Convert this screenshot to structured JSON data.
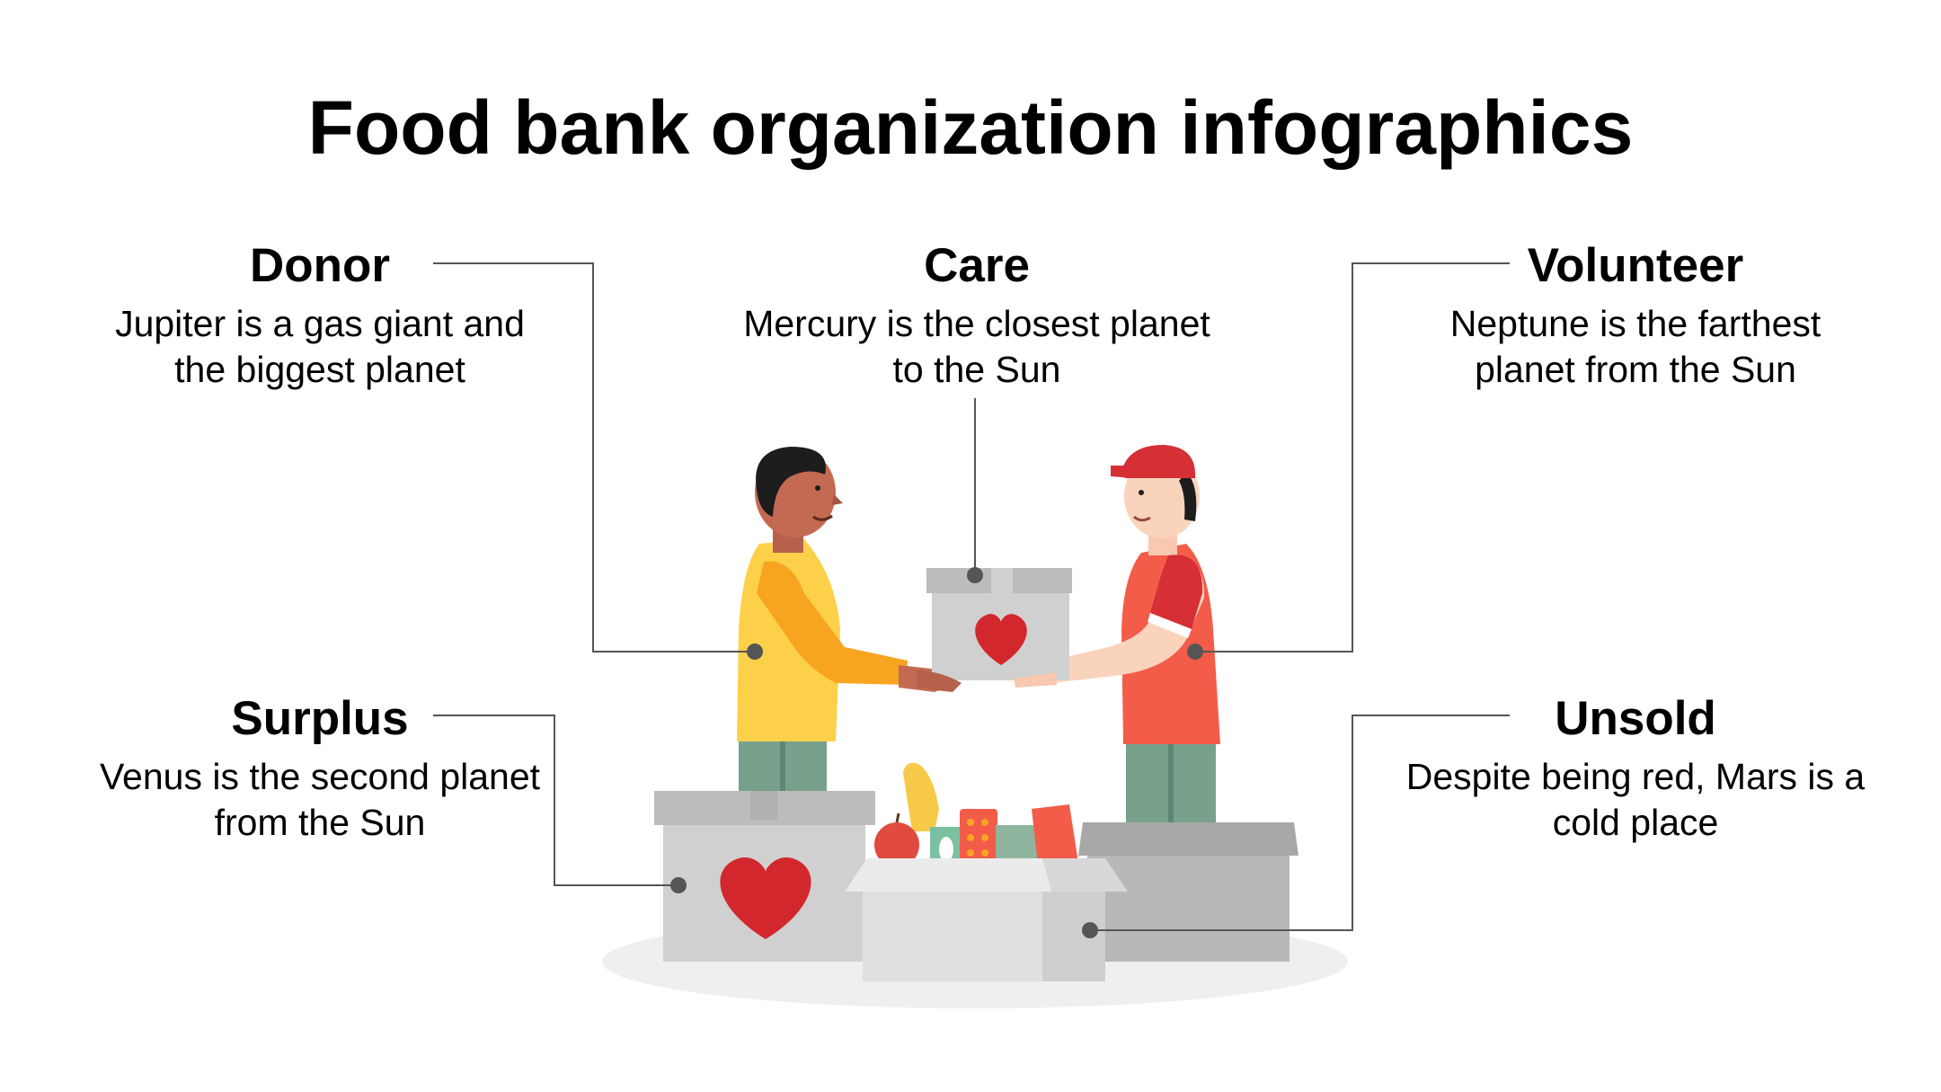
{
  "title": "Food bank organization infographics",
  "blocks": {
    "donor": {
      "heading": "Donor",
      "text": "Jupiter is a gas giant and the biggest planet"
    },
    "care": {
      "heading": "Care",
      "text": "Mercury is the closest planet to the Sun"
    },
    "volunteer": {
      "heading": "Volunteer",
      "text": "Neptune is the farthest planet from the Sun"
    },
    "surplus": {
      "heading": "Surplus",
      "text": "Venus is the second planet from the Sun"
    },
    "unsold": {
      "heading": "Unsold",
      "text": "Despite being red, Mars is a cold place"
    }
  },
  "colors": {
    "heart": "#d3272e",
    "box": "#d0d0d0",
    "box_dark": "#bcbcbc",
    "donor_shirt": "#fcd149",
    "donor_sleeve": "#f7a520",
    "volunteer_shirt": "#f45c4a",
    "volunteer_cap": "#d62f35",
    "pants": "#78a18c",
    "connector": "#555555"
  }
}
